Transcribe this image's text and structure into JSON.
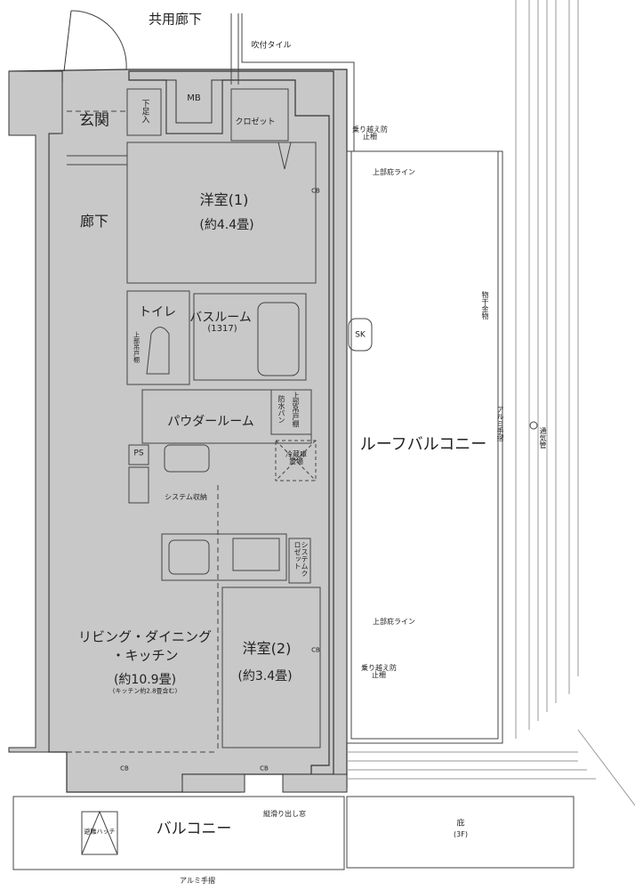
{
  "colors": {
    "wall": "#c8c8c8",
    "line": "#333333",
    "living_highlight": "#dbeaf6"
  },
  "labels": {
    "common_corridor": "共用廊下",
    "spray_tile": "吹付タイル",
    "entrance": "玄関",
    "shoe_storage": "下足入",
    "mb": "MB",
    "closet": "クロゼット",
    "fall_guard_top": "乗り越え防止柵",
    "eave_line_top": "上部庇ライン",
    "western_room_1": "洋室(1)",
    "western_room_1_size": "(約4.4畳)",
    "cb_room1": "CB",
    "hallway": "廊下",
    "toilet": "トイレ",
    "toilet_cabinet": "上部吊戸棚",
    "bathroom": "バスルーム",
    "bathroom_size": "(1317)",
    "sk": "SK",
    "laundry_hardware": "物干金物",
    "powder_room": "パウダールーム",
    "waterproof_pan": "防水パン",
    "powder_cabinet": "上部吊戸棚",
    "roof_balcony": "ルーフバルコニー",
    "aluminum_rail_right": "アルミ手摺",
    "vent_pipe": "通気管",
    "ps": "PS",
    "fridge_space": "冷蔵庫置場",
    "system_storage": "システム収納",
    "system_closet": "システムクロゼット",
    "eave_line_bottom": "上部庇ライン",
    "ldk_line1": "リビング・ダイニング",
    "ldk_line2": "・キッチン",
    "ldk_size": "(約10.9畳)",
    "ldk_note": "(キッチン約2.8畳含む)",
    "western_room_2": "洋室(2)",
    "western_room_2_size": "(約3.4畳)",
    "cb_room2": "CB",
    "fall_guard_bottom": "乗り越え防止柵",
    "cb_ldk": "CB",
    "cb_bottom": "CB",
    "casement_window": "縦滑り出し窓",
    "escape_hatch": "避難ハッチ",
    "balcony": "バルコニー",
    "eave": "庇",
    "eave_floor": "(3F)",
    "aluminum_rail_bottom": "アルミ手摺"
  }
}
